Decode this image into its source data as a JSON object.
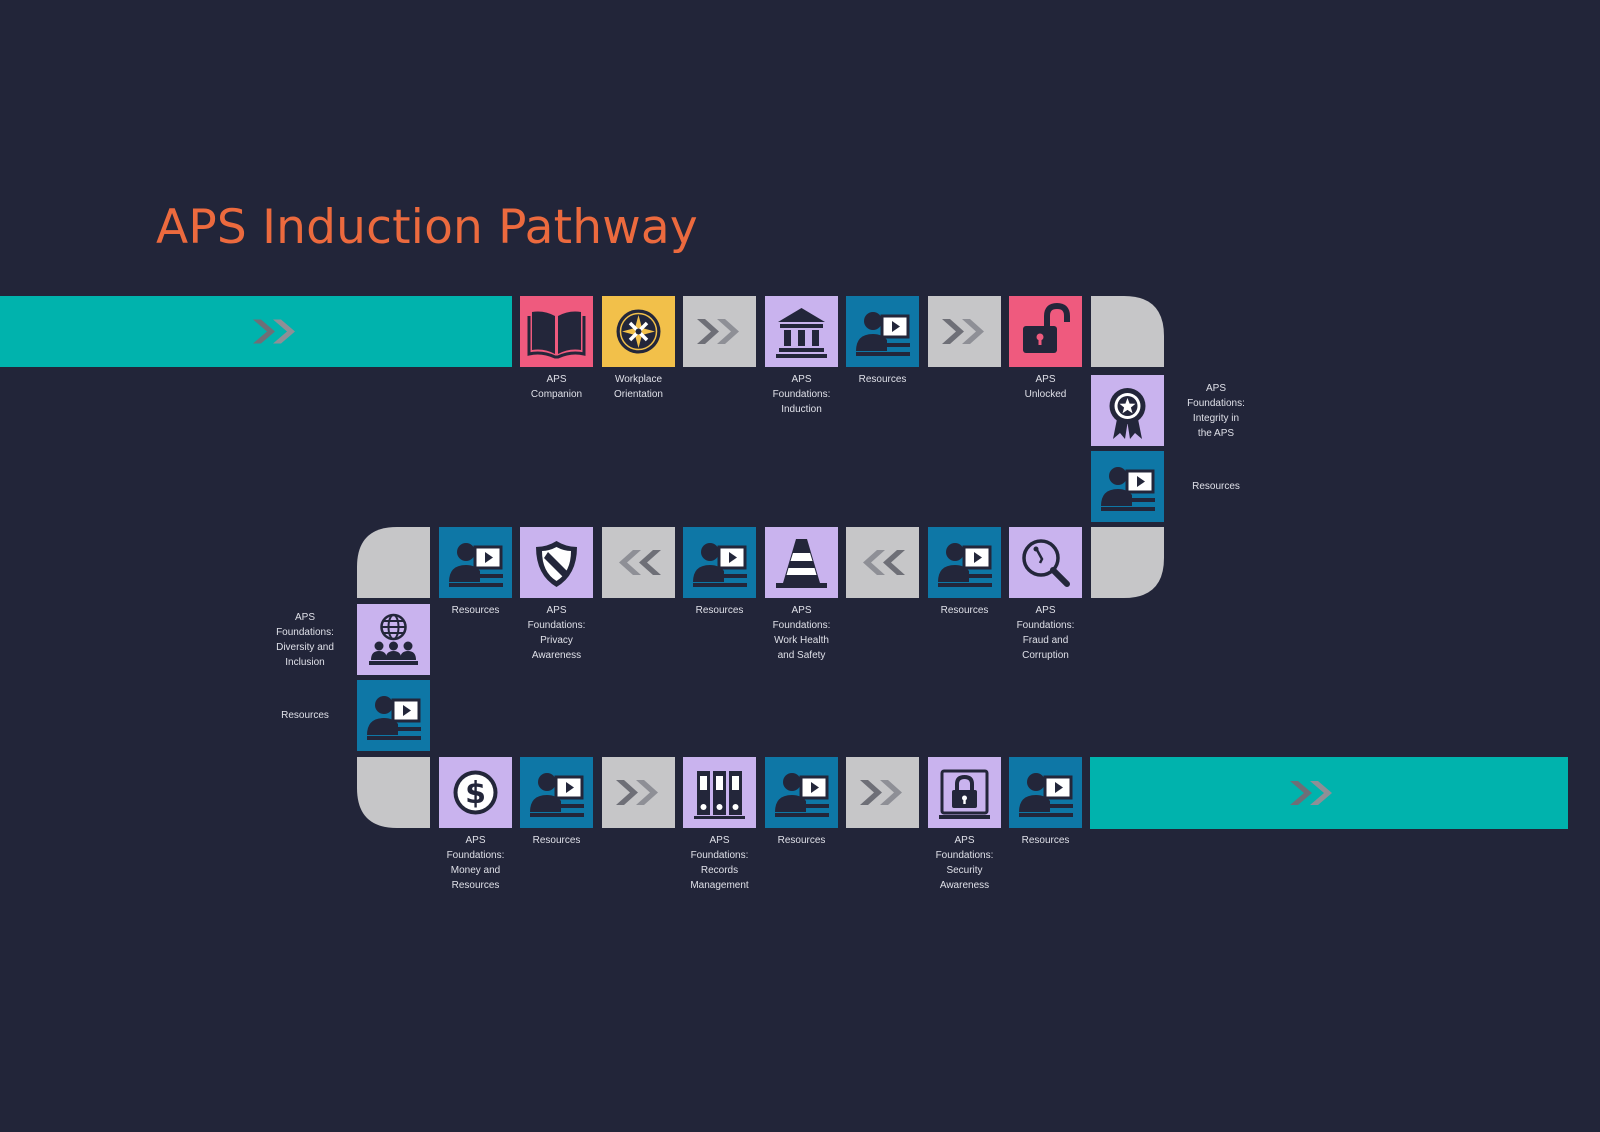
{
  "title": "APS Induction Pathway",
  "colors": {
    "background": "#222539",
    "title": "#ec6a3e",
    "teal": "#00b3ad",
    "pink": "#ef5a7e",
    "yellow": "#f2c04a",
    "lavender": "#c9b3ee",
    "blue": "#0e77a6",
    "grey": "#c6c6c8",
    "chevron": "#6e6f77",
    "icon": "#23263a"
  },
  "tiles": [
    {
      "id": "aps-companion",
      "kind": "pink",
      "icon": "book",
      "label": "APS\nCompanion",
      "col": 0,
      "row": 0
    },
    {
      "id": "workplace-orientation",
      "kind": "yellow",
      "icon": "compass",
      "label": "Workplace\nOrientation",
      "col": 1,
      "row": 0
    },
    {
      "id": "connector-r1a",
      "kind": "grey",
      "icon": "chevrons-right",
      "label": "",
      "col": 2,
      "row": 0
    },
    {
      "id": "aps-foundations-induction",
      "kind": "lavender",
      "icon": "institution",
      "label": "APS\nFoundations:\nInduction",
      "col": 3,
      "row": 0
    },
    {
      "id": "resources-r1",
      "kind": "blue",
      "icon": "presenter",
      "label": "Resources",
      "col": 4,
      "row": 0
    },
    {
      "id": "connector-r1b",
      "kind": "grey",
      "icon": "chevrons-right",
      "label": "",
      "col": 5,
      "row": 0
    },
    {
      "id": "aps-unlocked",
      "kind": "pink",
      "icon": "padlock-open",
      "label": "APS\nUnlocked",
      "col": 6,
      "row": 0
    },
    {
      "id": "aps-foundations-integrity",
      "kind": "lavender",
      "icon": "ribbon-award",
      "label": "APS\nFoundations:\nIntegrity in\nthe APS",
      "col": 7,
      "row": 1
    },
    {
      "id": "resources-right",
      "kind": "blue",
      "icon": "presenter",
      "label": "Resources",
      "col": 7,
      "row": 2
    },
    {
      "id": "aps-foundations-fraud",
      "kind": "lavender",
      "icon": "magnifier",
      "label": "APS\nFoundations:\nFraud and\nCorruption",
      "col": 6,
      "row": 3
    },
    {
      "id": "resources-r2a",
      "kind": "blue",
      "icon": "presenter",
      "label": "Resources",
      "col": 5,
      "row": 3
    },
    {
      "id": "connector-r2a",
      "kind": "grey",
      "icon": "chevrons-left",
      "label": "",
      "col": 4,
      "row": 3
    },
    {
      "id": "aps-foundations-whs",
      "kind": "lavender",
      "icon": "traffic-cone",
      "label": "APS\nFoundations:\nWork Health\nand Safety",
      "col": 3,
      "row": 3
    },
    {
      "id": "resources-r2b",
      "kind": "blue",
      "icon": "presenter",
      "label": "Resources",
      "col": 2,
      "row": 3
    },
    {
      "id": "connector-r2b",
      "kind": "grey",
      "icon": "chevrons-left",
      "label": "",
      "col": 1,
      "row": 3
    },
    {
      "id": "aps-foundations-privacy",
      "kind": "lavender",
      "icon": "shield",
      "label": "APS\nFoundations:\nPrivacy\nAwareness",
      "col": 0,
      "row": 3
    },
    {
      "id": "resources-r2c",
      "kind": "blue",
      "icon": "presenter",
      "label": "Resources",
      "col": -1,
      "row": 3
    },
    {
      "id": "aps-foundations-diversity",
      "kind": "lavender",
      "icon": "globe-people",
      "label": "APS\nFoundations:\nDiversity and\nInclusion",
      "col": -2,
      "row": 4
    },
    {
      "id": "resources-left",
      "kind": "blue",
      "icon": "presenter",
      "label": "Resources",
      "col": -2,
      "row": 5
    },
    {
      "id": "aps-foundations-money",
      "kind": "lavender",
      "icon": "dollar-coin",
      "label": "APS\nFoundations:\nMoney and\nResources",
      "col": -1,
      "row": 6
    },
    {
      "id": "resources-r3a",
      "kind": "blue",
      "icon": "presenter",
      "label": "Resources",
      "col": 0,
      "row": 6
    },
    {
      "id": "connector-r3a",
      "kind": "grey",
      "icon": "chevrons-right",
      "label": "",
      "col": 1,
      "row": 6
    },
    {
      "id": "aps-foundations-records",
      "kind": "lavender",
      "icon": "binders",
      "label": "APS\nFoundations:\nRecords\nManagement",
      "col": 2,
      "row": 6
    },
    {
      "id": "resources-r3b",
      "kind": "blue",
      "icon": "presenter",
      "label": "Resources",
      "col": 3,
      "row": 6
    },
    {
      "id": "connector-r3b",
      "kind": "grey",
      "icon": "chevrons-right",
      "label": "",
      "col": 4,
      "row": 6
    },
    {
      "id": "aps-foundations-security",
      "kind": "lavender",
      "icon": "padlock-screen",
      "label": "APS\nFoundations:\nSecurity\nAwareness",
      "col": 5,
      "row": 6
    },
    {
      "id": "resources-r3c",
      "kind": "blue",
      "icon": "presenter",
      "label": "Resources",
      "col": 6,
      "row": 6
    }
  ]
}
